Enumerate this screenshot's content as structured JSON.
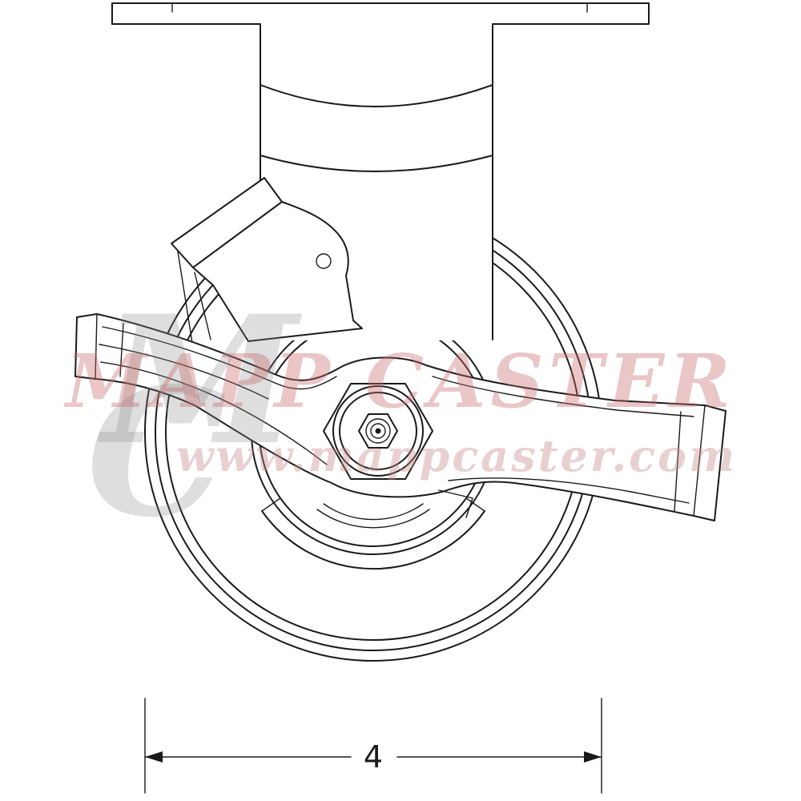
{
  "figure": {
    "description": "Technical line drawing of a 4 inch swivel caster wheel with top mounting plate and brake lever",
    "colors": {
      "line": "#1a1a1a",
      "background": "#ffffff",
      "watermark_pink": "#c96a6a",
      "watermark_gray": "#8a8a8a"
    }
  },
  "watermark": {
    "monogram_m": "M",
    "monogram_c": "C",
    "brand": "MAPP CASTER",
    "website": "www.mappcaster.com"
  },
  "dimension": {
    "value": "4"
  }
}
